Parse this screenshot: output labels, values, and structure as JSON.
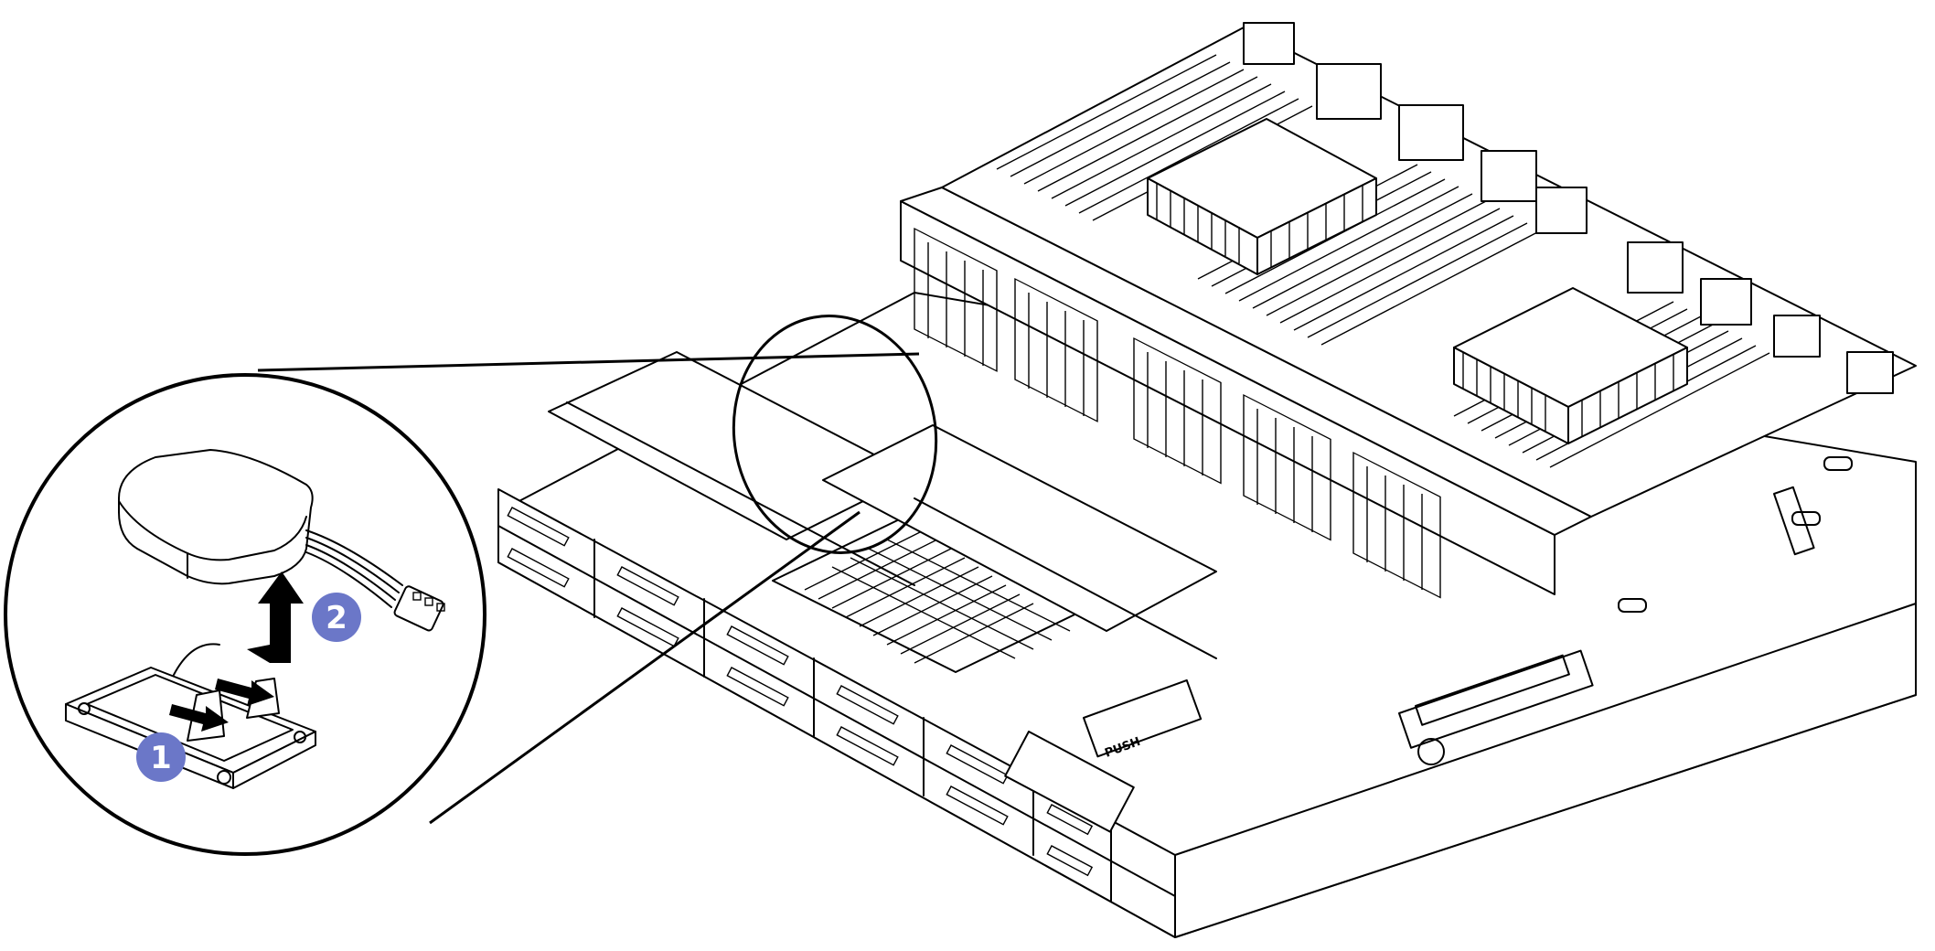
{
  "callouts": [
    {
      "label": "1",
      "color": "#6b77c8"
    },
    {
      "label": "2",
      "color": "#6b77c8"
    }
  ],
  "chassis_label": "PUSH",
  "colors": {
    "line": "#000000",
    "background": "#ffffff",
    "callout_fill": "#6b77c8"
  },
  "icons": [
    "arrow-icon",
    "magnifier-circle",
    "battery-module",
    "cable-connector"
  ]
}
